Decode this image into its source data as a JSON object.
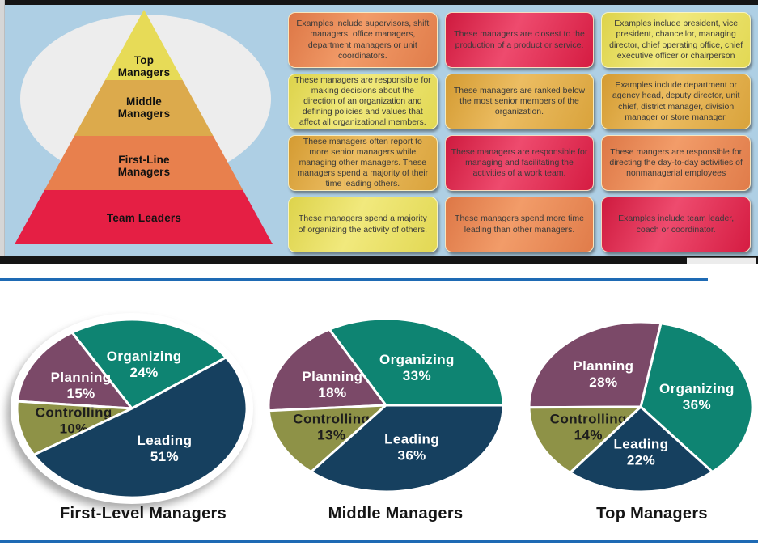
{
  "pyramid": {
    "levels": [
      {
        "label": "Top Managers",
        "color": "#e7db57"
      },
      {
        "label": "Middle Managers",
        "color": "#dcaa4c"
      },
      {
        "label": "First-Line Managers",
        "color": "#e8804d"
      },
      {
        "label": "Team Leaders",
        "color": "#e51f44"
      }
    ],
    "background_color": "#aecfe4",
    "ellipse_color": "#ededed"
  },
  "info_boxes": {
    "rows": [
      [
        {
          "text": "Examples include supervisors, shift managers, office managers, department managers or unit coordinators.",
          "style": "orange"
        },
        {
          "text": "These managers are closest to the production of a product or service.",
          "style": "crimson"
        },
        {
          "text": "Examples include president, vice president, chancellor, managing director, chief operating office, chief executive officer or chairperson",
          "style": "yellow"
        }
      ],
      [
        {
          "text": "These managers are responsible for making decisions about the direction of an organization and defining policies and values that affect all organizational members.",
          "style": "yellow"
        },
        {
          "text": "These managers are ranked below the most senior members of the organization.",
          "style": "gold"
        },
        {
          "text": "Examples include department or agency head, deputy director, unit chief, district manager, division manager or store manager.",
          "style": "gold"
        }
      ],
      [
        {
          "text": "These managers often report to more senior managers while managing other managers. These managers spend a majority of their time leading others.",
          "style": "gold"
        },
        {
          "text": "These managers are responsible for managing and facilitating the activities of a work team.",
          "style": "crimson"
        },
        {
          "text": "These mangers are responsible for directing the day-to-day activities of nonmanagerial employees",
          "style": "orange"
        }
      ],
      [
        {
          "text": "These managers spend a majority of organizing the activity of others.",
          "style": "yellow"
        },
        {
          "text": "These managers spend more time leading than other managers.",
          "style": "orange"
        },
        {
          "text": "Examples include team leader, coach or coordinator.",
          "style": "crimson"
        }
      ]
    ]
  },
  "chart_data": [
    {
      "type": "pie",
      "title": "First-Level Managers",
      "labels": [
        "Organizing",
        "Planning",
        "Controlling",
        "Leading"
      ],
      "values": [
        24,
        15,
        10,
        51
      ],
      "colors": [
        "#0e8472",
        "#7b4968",
        "#8e9247",
        "#16405f"
      ],
      "label_text_colors": [
        "#ffffff",
        "#ffffff",
        "#1d1d1d",
        "#ffffff"
      ],
      "start_angle_deg": 35,
      "legend_position": "none"
    },
    {
      "type": "pie",
      "title": "Middle Managers",
      "labels": [
        "Organizing",
        "Planning",
        "Controlling",
        "Leading"
      ],
      "values": [
        33,
        18,
        13,
        36
      ],
      "colors": [
        "#0e8472",
        "#7b4968",
        "#8e9247",
        "#16405f"
      ],
      "label_text_colors": [
        "#ffffff",
        "#ffffff",
        "#1d1d1d",
        "#ffffff"
      ],
      "start_angle_deg": 0,
      "legend_position": "none"
    },
    {
      "type": "pie",
      "title": "Top Managers",
      "labels": [
        "Organizing",
        "Planning",
        "Controlling",
        "Leading"
      ],
      "values": [
        36,
        28,
        14,
        22
      ],
      "colors": [
        "#0e8472",
        "#7b4968",
        "#8e9247",
        "#16405f"
      ],
      "label_text_colors": [
        "#ffffff",
        "#ffffff",
        "#1d1d1d",
        "#ffffff"
      ],
      "start_angle_deg": -50,
      "legend_position": "none"
    }
  ],
  "decor": {
    "divider_blue": "#1e6ab4",
    "frame_black": "#151515",
    "panel_blue": "#aecfe4"
  }
}
